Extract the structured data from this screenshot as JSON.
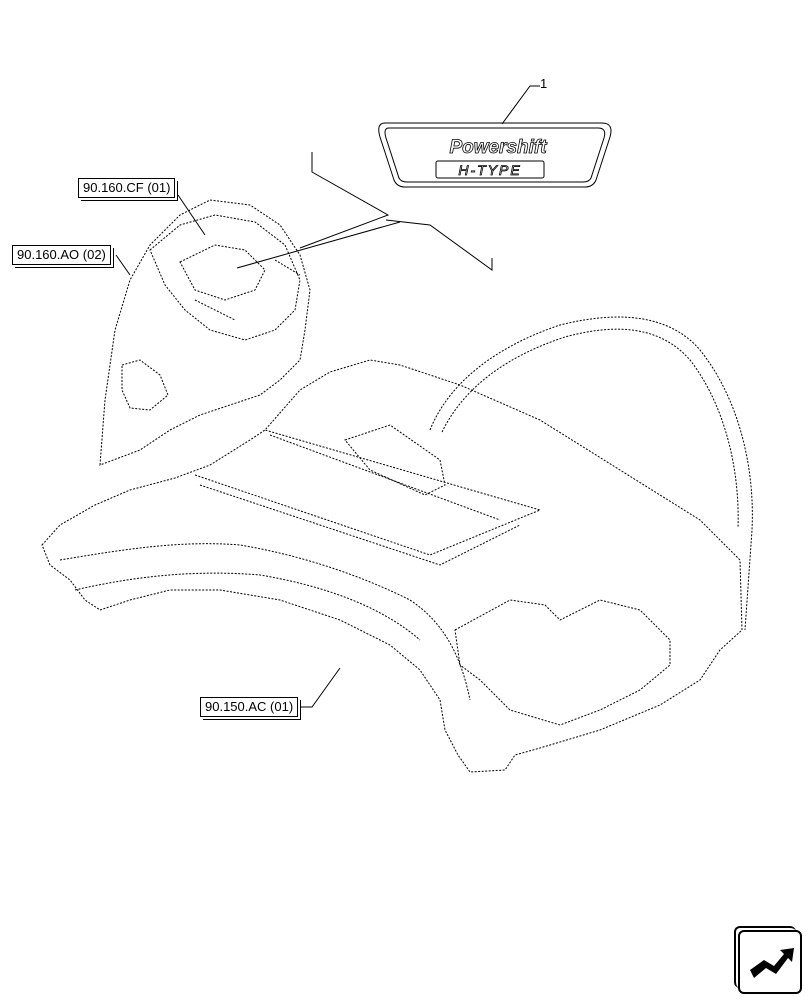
{
  "callouts": {
    "cf": "90.160.CF (01)",
    "ao": "90.160.AO (02)",
    "ac": "90.150.AC (01)",
    "item_1": "1"
  },
  "decal": {
    "line1": "Powershift",
    "line2": "H-TYPE"
  },
  "icons": {
    "nav": "return-arrow-icon"
  }
}
